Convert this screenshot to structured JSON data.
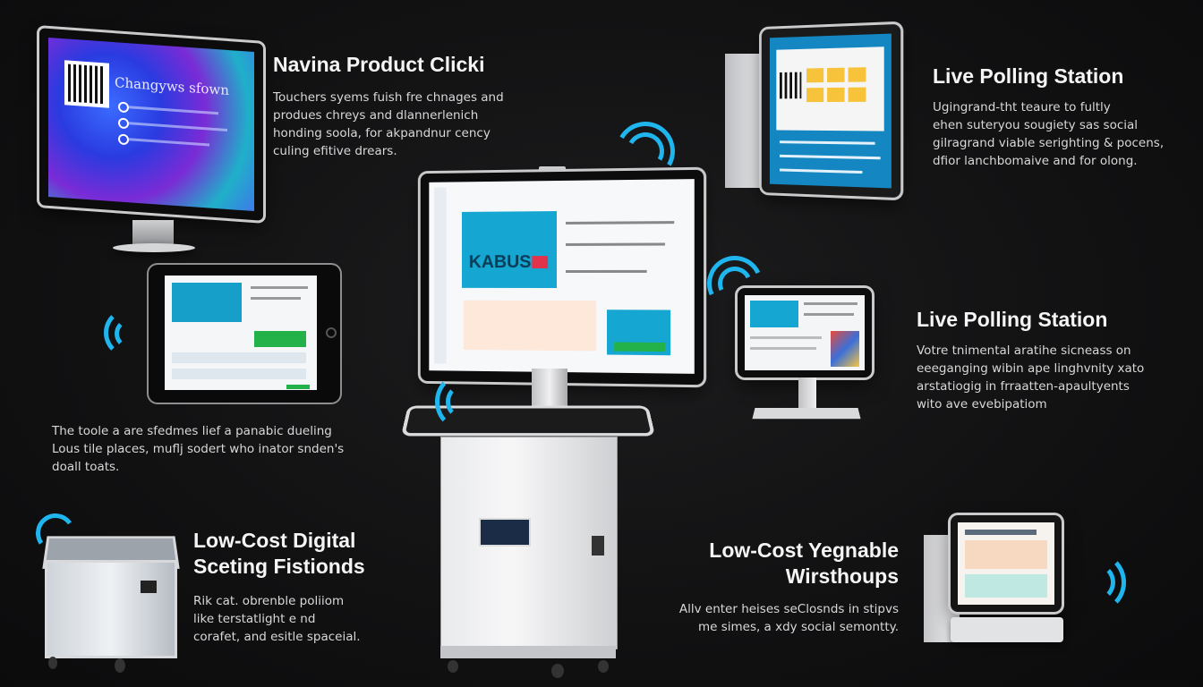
{
  "top_left": {
    "title": "Navina Product Clicki",
    "lines": [
      "Touchers syems fuish fre chnages and",
      "produes chreys and dlannerlenich",
      "honding soola, for akpandnur cency",
      "culing efitive drears."
    ]
  },
  "top_right": {
    "title": "Live Polling Station",
    "lines": [
      "Ugingrand-tht teaure to fultly",
      "ehen suteryou sougiety sas social",
      "gilragrand viable serighting & pocens,",
      "dfior lanchbomaive and for olong."
    ]
  },
  "mid_right": {
    "title": "Live Polling Station",
    "lines": [
      "Votre tnimental aratihe sicneass on",
      "eeeganging wibin ape linghvnity xato",
      "arstatiogig in frraatten-apaultyents",
      "wito ave evebipatiom"
    ]
  },
  "mid_left": {
    "lines": [
      "The toole a are sfedmes lief a panabic dueling",
      "Lous tile places, muflj sodert who inator snden's",
      "doall toats."
    ]
  },
  "bottom_left": {
    "title_lines": [
      "Low-Cost Digital",
      "Sceting Fistionds"
    ],
    "lines": [
      "Rik cat. obrenble poliiom",
      "like terstatlight e nd",
      "corafet, and esitle spaceial."
    ]
  },
  "bottom_right": {
    "title_lines": [
      "Low-Cost Yegnable",
      "Wirsthoups"
    ],
    "lines": [
      "Allv enter heises seClosnds in stipvs",
      "me simes, a xdy social semontty."
    ]
  },
  "devices": {
    "monitor_top_left_text": "Changyws sfown",
    "center_kiosk_banner": "KABUS"
  },
  "colors": {
    "background": "#121213",
    "accent_cyan": "#17a9d6",
    "wifi_blue": "#1fb6ee"
  }
}
